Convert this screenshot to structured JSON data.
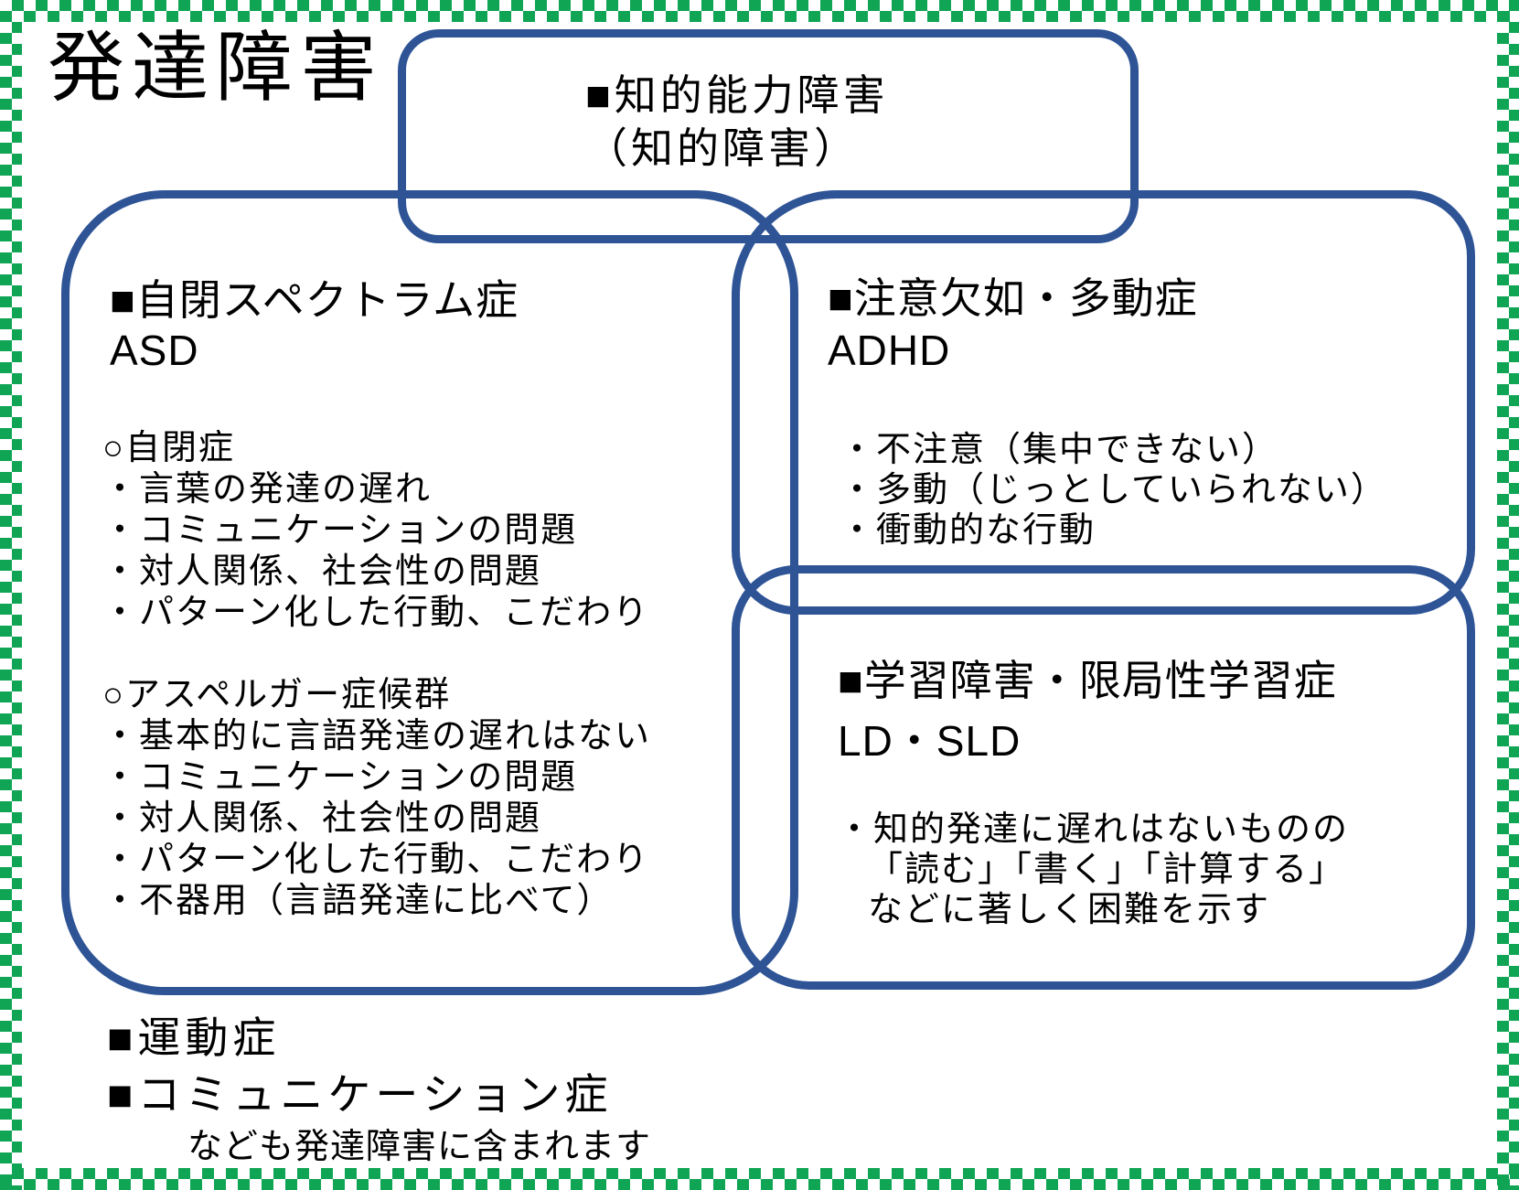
{
  "title": "発達障害",
  "colors": {
    "box_stroke_blue": "#2E5496",
    "frame_green": "#10A455",
    "text_black": "#000000"
  },
  "boxes": {
    "intellectual": {
      "heading": "■知的能力障害",
      "subheading": "（知的障害）"
    },
    "asd": {
      "heading": "■自閉スペクトラム症",
      "abbr": "ASD",
      "groups": [
        {
          "label": "○自閉症",
          "items": [
            "・言葉の発達の遅れ",
            "・コミュニケーションの問題",
            "・対人関係、社会性の問題",
            "・パターン化した行動、こだわり"
          ]
        },
        {
          "label": "○アスペルガー症候群",
          "items": [
            "・基本的に言語発達の遅れはない",
            "・コミュニケーションの問題",
            "・対人関係、社会性の問題",
            "・パターン化した行動、こだわり",
            "・不器用（言語発達に比べて）"
          ]
        }
      ]
    },
    "adhd": {
      "heading": "■注意欠如・多動症",
      "abbr": "ADHD",
      "items": [
        "・不注意（集中できない）",
        "・多動（じっとしていられない）",
        "・衝動的な行動"
      ]
    },
    "ld": {
      "heading": "■学習障害・限局性学習症",
      "abbr": "LD・SLD",
      "items": [
        "・知的発達に遅れはないものの",
        "「読む」「書く」「計算する」",
        "などに著しく困難を示す"
      ]
    }
  },
  "footer": {
    "lines": [
      "■運動症",
      "■コミュニケーション症"
    ],
    "note": "なども発達障害に含まれます"
  }
}
